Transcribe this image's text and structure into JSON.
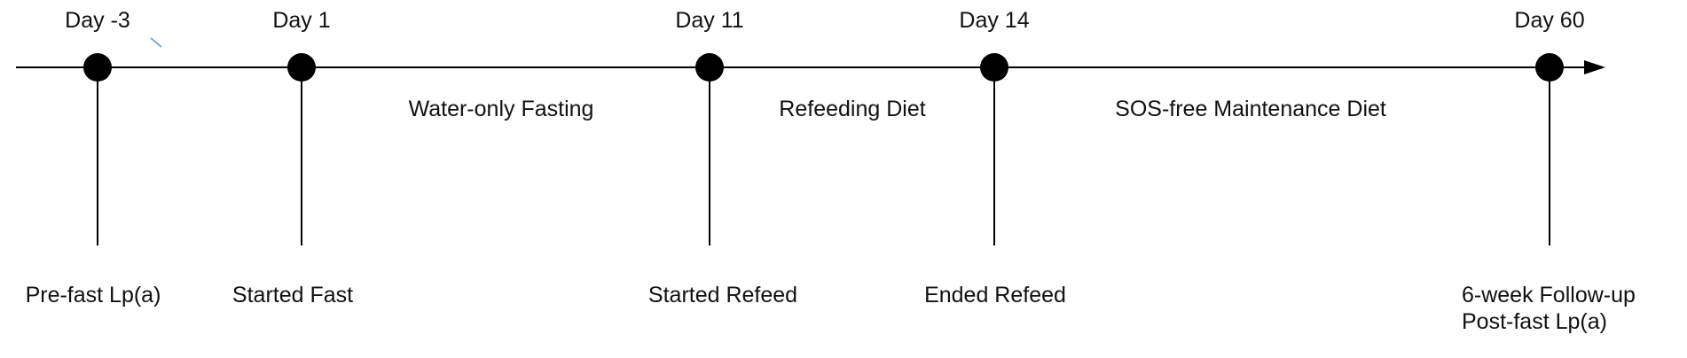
{
  "timeline": {
    "milestones": [
      {
        "day_label": "Day -3",
        "event_label": "Pre-fast Lp(a)"
      },
      {
        "day_label": "Day 1",
        "event_label": "Started Fast"
      },
      {
        "day_label": "Day 11",
        "event_label": "Started Refeed"
      },
      {
        "day_label": "Day 14",
        "event_label": "Ended Refeed"
      },
      {
        "day_label": "Day 60",
        "event_label_line1": "6-week Follow-up",
        "event_label_line2": "Post-fast Lp(a)"
      }
    ],
    "phases": [
      {
        "label": "Water-only Fasting"
      },
      {
        "label": "Refeeding Diet"
      },
      {
        "label": "SOS-free Maintenance Diet"
      }
    ]
  }
}
